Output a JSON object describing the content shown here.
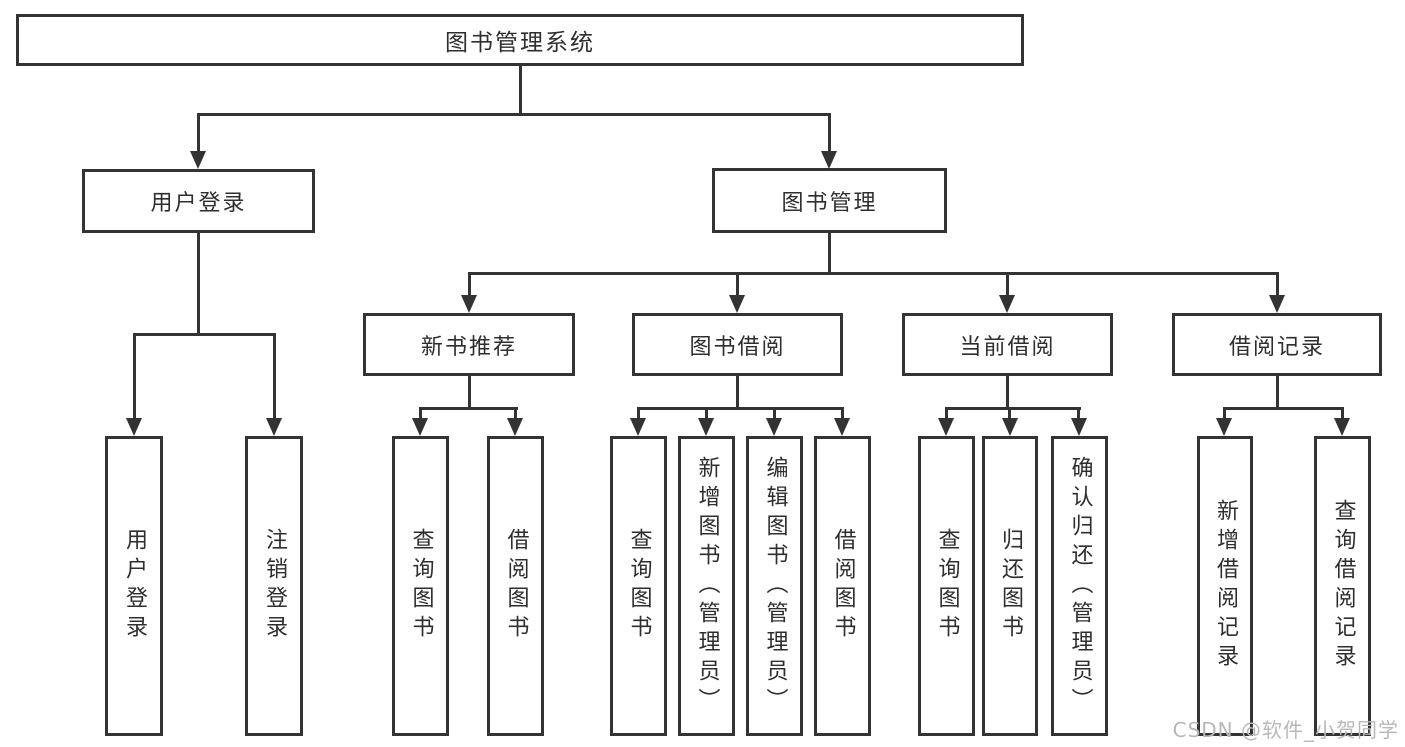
{
  "colors": {
    "background": "#ffffff",
    "line": "#333333",
    "box_border": "#333333",
    "box_fill": "#ffffff",
    "text": "#2e2e2e",
    "watermark": "#b8b8b8"
  },
  "tree": {
    "root": {
      "label": "图书管理系统"
    },
    "level2": [
      {
        "label": "用户登录"
      },
      {
        "label": "图书管理"
      }
    ],
    "level3": [
      {
        "label": "新书推荐"
      },
      {
        "label": "图书借阅"
      },
      {
        "label": "当前借阅"
      },
      {
        "label": "借阅记录"
      }
    ],
    "leaves": {
      "user_login": [
        {
          "label": "用户登录"
        },
        {
          "label": "注销登录"
        }
      ],
      "new_book": [
        {
          "label": "查询图书"
        },
        {
          "label": "借阅图书"
        }
      ],
      "book_borrow": [
        {
          "label": "查询图书"
        },
        {
          "label": "新增图书（管理员）"
        },
        {
          "label": "编辑图书（管理员）"
        },
        {
          "label": "借阅图书"
        }
      ],
      "current_borrow": [
        {
          "label": "查询图书"
        },
        {
          "label": "归还图书"
        },
        {
          "label": "确认归还（管理员）"
        }
      ],
      "borrow_record": [
        {
          "label": "新增借阅记录"
        },
        {
          "label": "查询借阅记录"
        }
      ]
    }
  },
  "watermark": {
    "text": "CSDN @软件_小贺同学"
  }
}
